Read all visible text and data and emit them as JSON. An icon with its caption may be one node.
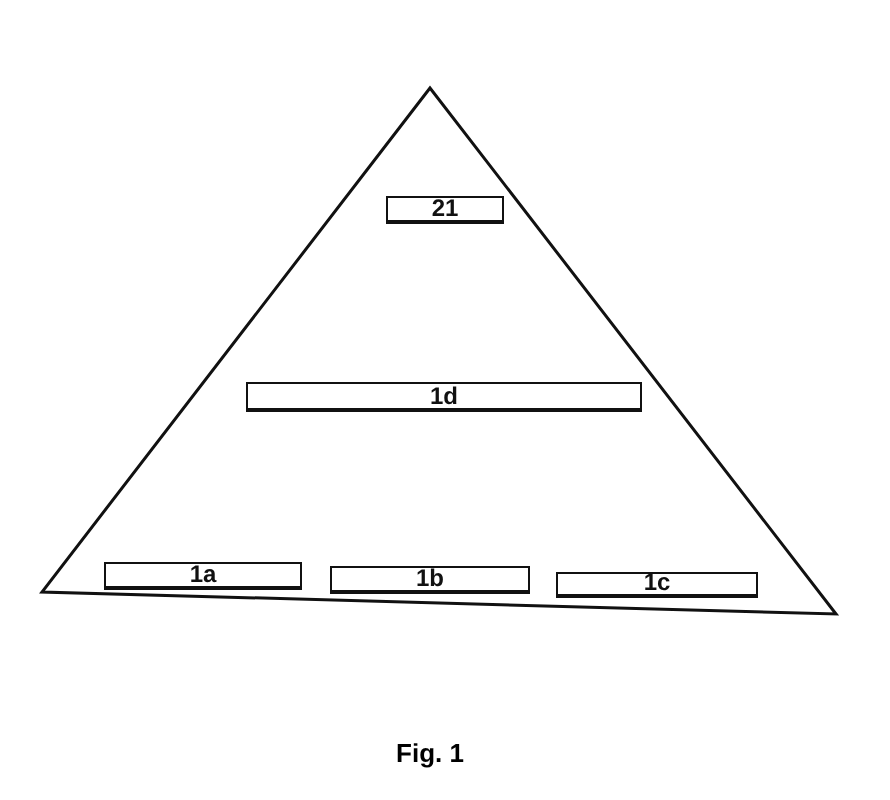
{
  "diagram": {
    "caption": "Fig. 1",
    "nodes": [
      {
        "text": [],
        "shape": "triangle"
      },
      {
        "text": [
          "21"
        ],
        "in": 0
      },
      {
        "text": [
          "1d"
        ],
        "in": 0
      },
      {
        "text": [
          "1a"
        ],
        "in": 0
      },
      {
        "text": [
          "1b"
        ],
        "in": 0
      },
      {
        "text": [
          "1c"
        ],
        "in": 0
      }
    ],
    "edges": []
  }
}
